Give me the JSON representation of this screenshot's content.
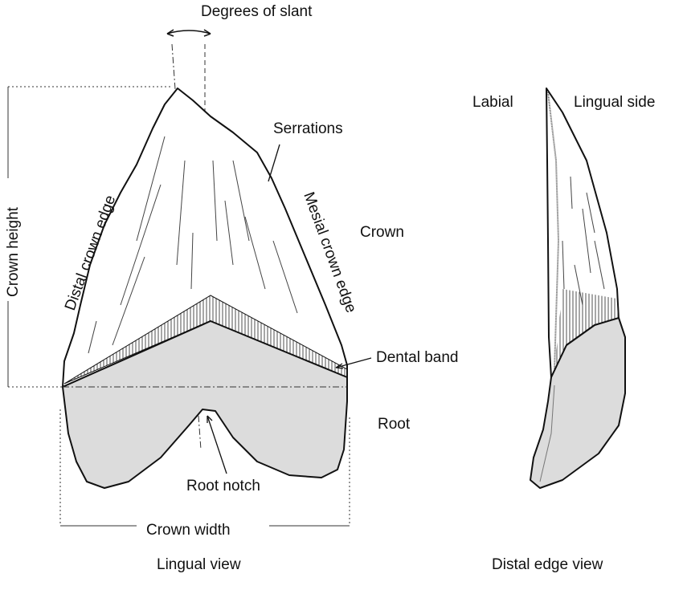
{
  "labels": {
    "degrees_of_slant": "Degrees of slant",
    "serrations": "Serrations",
    "crown": "Crown",
    "dental_band": "Dental band",
    "root": "Root",
    "root_notch": "Root notch",
    "crown_width": "Crown width",
    "crown_height": "Crown height",
    "distal_crown_edge": "Distal crown edge",
    "mesial_crown_edge": "Mesial crown edge",
    "labial": "Labial",
    "lingual_side": "Lingual side",
    "lingual_view": "Lingual view",
    "distal_edge_view": "Distal edge view"
  },
  "colors": {
    "root_fill": "#dcdcdc",
    "outline": "#111111"
  }
}
